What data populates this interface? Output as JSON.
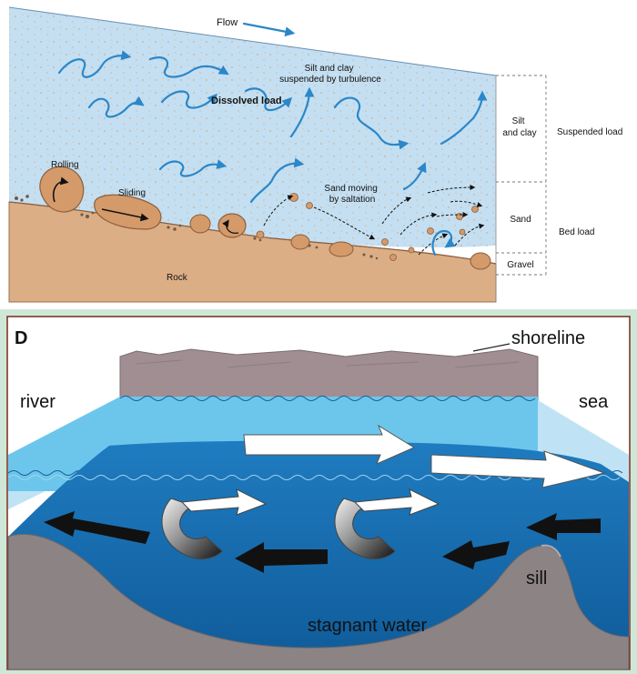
{
  "top_panel": {
    "flow": "Flow",
    "silt_clay_suspended": [
      "Silt and clay",
      "suspended by turbulence"
    ],
    "dissolved_load": "Dissolved load",
    "rolling": "Rolling",
    "sliding": "Sliding",
    "sand_saltation": [
      "Sand moving",
      "by saltation"
    ],
    "rock": "Rock",
    "bracket_silt_clay": [
      "Silt",
      "and clay"
    ],
    "bracket_sand": "Sand",
    "bracket_gravel": "Gravel",
    "suspended_load": "Suspended load",
    "bed_load": "Bed load"
  },
  "bottom_panel": {
    "panel_letter": "D",
    "shoreline": "shoreline",
    "river": "river",
    "sea": "sea",
    "sill": "sill",
    "stagnant_water": "stagnant water"
  },
  "colors": {
    "water_light": "#c4dff2",
    "sediment": "#d49a6a",
    "rock": "#dcae86",
    "arrow_blue": "#2b87c8",
    "sea_deep": "#1a6fb0",
    "sea_surface": "#6cc6ec",
    "seafloor": "#8c8385",
    "land": "#a08e92",
    "frame_green": "#cfe7d6"
  }
}
